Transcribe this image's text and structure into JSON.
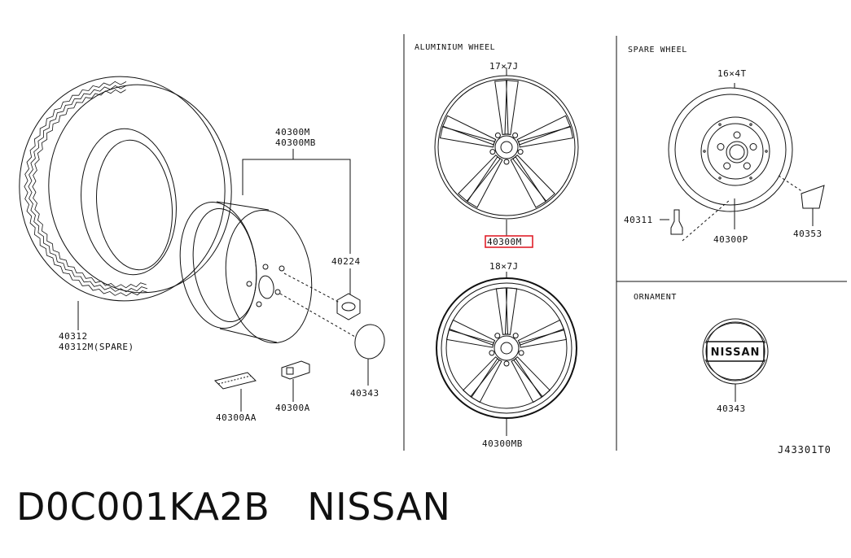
{
  "sections": {
    "aluminium_wheel": "ALUMINIUM WHEEL",
    "spare_wheel": "SPARE WHEEL",
    "ornament": "ORNAMENT"
  },
  "sizes": {
    "alloy_17": "17×7J",
    "alloy_18": "18×7J",
    "spare": "16×4T"
  },
  "parts": {
    "tire_line1": "40312",
    "tire_line2": "40312M(SPARE)",
    "rim_line1": "40300M",
    "rim_line2": "40300MB",
    "lug_nut": "40224",
    "center_cap": "40343",
    "weight_aa": "40300AA",
    "weight_a": "40300A",
    "alloy_17_highlighted": "40300M",
    "alloy_18": "40300MB",
    "valve": "40311",
    "spare_wheel": "40300P",
    "spare_weight": "40353",
    "ornament": "40343"
  },
  "ornament_logo": "NISSAN",
  "diagram_code": "J43301T0",
  "caption": {
    "part_number": "D0C001KA2B",
    "brand": "NISSAN"
  },
  "colors": {
    "line": "#111111",
    "highlight": "#e0202a"
  }
}
